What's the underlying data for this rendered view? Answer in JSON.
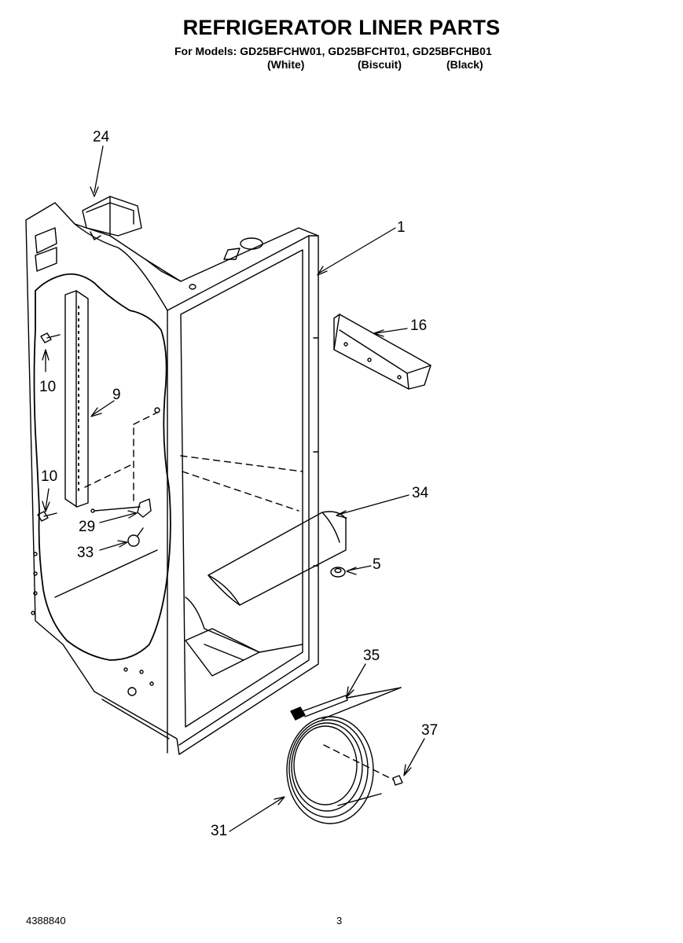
{
  "header": {
    "title": "REFRIGERATOR LINER PARTS",
    "models_line": "For Models: GD25BFCHW01, GD25BFCHT01, GD25BFCHB01",
    "variants": [
      "(White)",
      "(Biscuit)",
      "(Black)"
    ]
  },
  "callouts": [
    {
      "id": "24",
      "part": "24"
    },
    {
      "id": "1",
      "part": "1"
    },
    {
      "id": "16",
      "part": "16"
    },
    {
      "id": "10a",
      "part": "10"
    },
    {
      "id": "9",
      "part": "9"
    },
    {
      "id": "10b",
      "part": "10"
    },
    {
      "id": "34",
      "part": "34"
    },
    {
      "id": "29",
      "part": "29"
    },
    {
      "id": "33",
      "part": "33"
    },
    {
      "id": "5",
      "part": "5"
    },
    {
      "id": "35",
      "part": "35"
    },
    {
      "id": "37",
      "part": "37"
    },
    {
      "id": "31",
      "part": "31"
    }
  ],
  "footer": {
    "doc_number": "4388840",
    "page_number": "3"
  }
}
